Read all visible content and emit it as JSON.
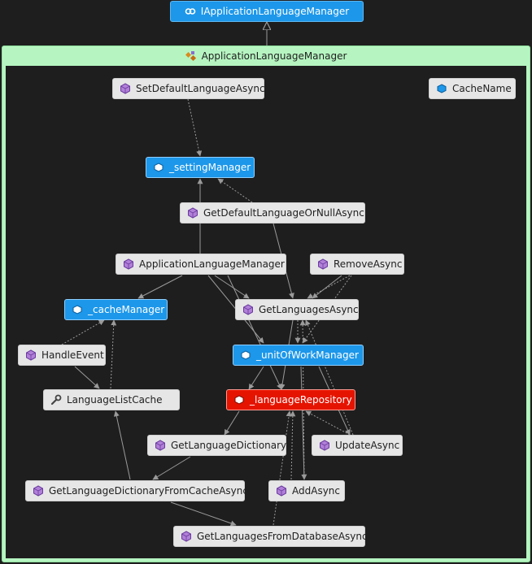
{
  "interface": {
    "label": "IApplicationLanguageManager",
    "icon": "interface-icon"
  },
  "container": {
    "label": "ApplicationLanguageManager",
    "icon": "class-icon"
  },
  "members": {
    "set_default_language_async": "SetDefaultLanguageAsync",
    "cache_name": "CacheName",
    "setting_manager": "_settingManager",
    "get_default_language_or_null_async": "GetDefaultLanguageOrNullAsync",
    "ctor": "ApplicationLanguageManager",
    "remove_async": "RemoveAsync",
    "cache_manager": "_cacheManager",
    "get_languages_async": "GetLanguagesAsync",
    "handle_event": "HandleEvent",
    "unit_of_work_manager": "_unitOfWorkManager",
    "language_list_cache": "LanguageListCache",
    "language_repository": "_languageRepository",
    "get_language_dictionary": "GetLanguageDictionary",
    "update_async": "UpdateAsync",
    "get_language_dictionary_from_cache_async": "GetLanguageDictionaryFromCacheAsync",
    "add_async": "AddAsync",
    "get_languages_from_database_async": "GetLanguagesFromDatabaseAsync"
  },
  "colors": {
    "method_bg": "#e6e6e6",
    "field_bg": "#1c97ea",
    "error_bg": "#e51400",
    "container_bg": "#b6f5c1",
    "canvas_bg": "#1e1e1e",
    "link": "#9a9a9a"
  }
}
